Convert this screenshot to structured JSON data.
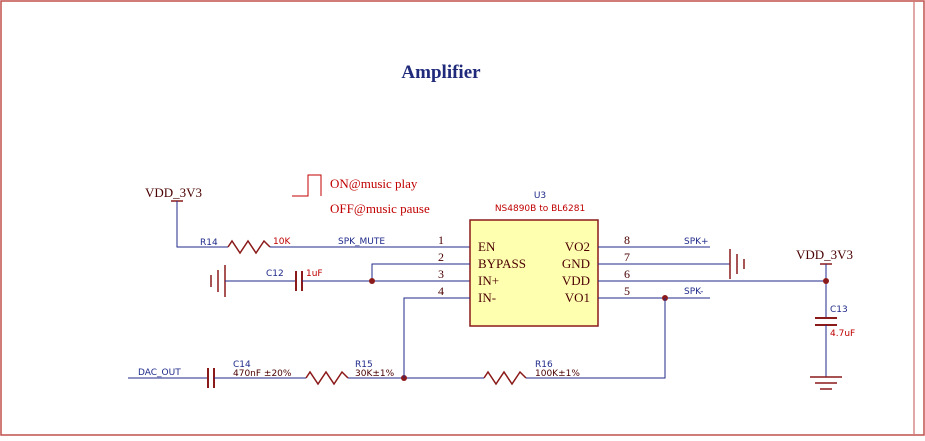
{
  "title": "Amplifier",
  "colors": {
    "border": "#c0504d",
    "title": "#1f2a7a",
    "wire": "#1f2a8a",
    "component": "#8b1a1a",
    "chip_fill": "#ffffb0",
    "chip_border": "#8b1a1a",
    "label_dark": "#4a0000",
    "ref_text": "#1f2a8a",
    "value_red": "#c00000",
    "annotation": "#c00000",
    "junction": "#8b1a1a"
  },
  "annotation": {
    "on_text": "ON@music play",
    "off_text": "OFF@music pause"
  },
  "power": {
    "vdd_left": "VDD_3V3",
    "vdd_right": "VDD_3V3"
  },
  "chip": {
    "ref": "U3",
    "part": "NS4890B to BL6281",
    "left_pins": [
      {
        "num": "1",
        "name": "EN"
      },
      {
        "num": "2",
        "name": "BYPASS"
      },
      {
        "num": "3",
        "name": "IN+"
      },
      {
        "num": "4",
        "name": "IN-"
      }
    ],
    "right_pins": [
      {
        "num": "8",
        "name": "VO2"
      },
      {
        "num": "7",
        "name": "GND"
      },
      {
        "num": "6",
        "name": "VDD"
      },
      {
        "num": "5",
        "name": "VO1"
      }
    ]
  },
  "nets": {
    "spk_mute": "SPK_MUTE",
    "spk_plus": "SPK+",
    "spk_minus": "SPK-",
    "dac_out": "DAC_OUT"
  },
  "components": {
    "r14": {
      "ref": "R14",
      "value": "10K"
    },
    "c12": {
      "ref": "C12",
      "value": "1uF"
    },
    "c13": {
      "ref": "C13",
      "value": "4.7uF"
    },
    "c14": {
      "ref": "C14",
      "value": "470nF ±20%"
    },
    "r15": {
      "ref": "R15",
      "value": "30K±1%"
    },
    "r16": {
      "ref": "R16",
      "value": "100K±1%"
    }
  }
}
